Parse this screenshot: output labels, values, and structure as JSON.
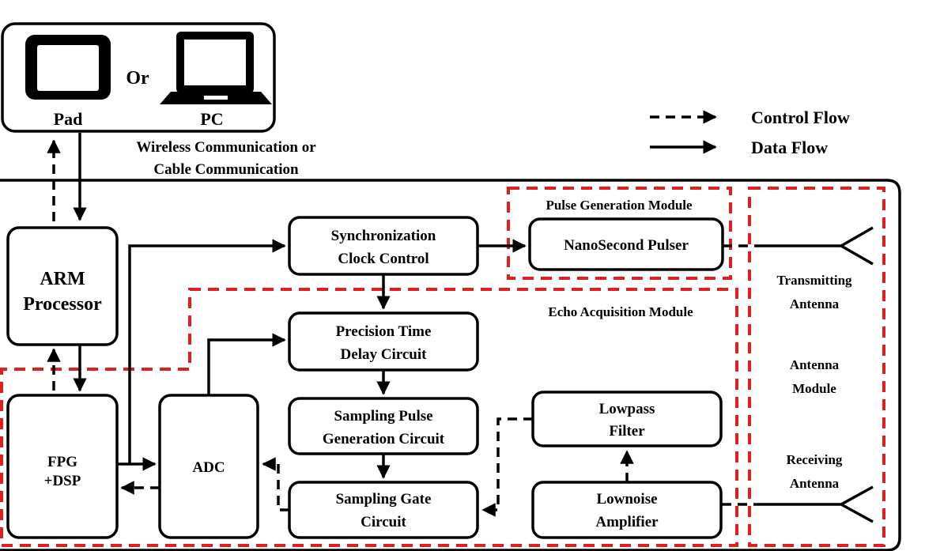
{
  "devices": {
    "pad_label": "Pad",
    "or_label": "Or",
    "pc_label": "PC"
  },
  "communication": {
    "line1": "Wireless Communication or",
    "line2": "Cable Communication"
  },
  "legend": {
    "control_flow": "Control Flow",
    "data_flow": "Data Flow"
  },
  "modules": {
    "pulse_generation": "Pulse Generation Module",
    "echo_acquisition": "Echo Acquisition Module",
    "antenna": [
      "Antenna",
      "Module"
    ]
  },
  "blocks": {
    "arm": [
      "ARM",
      "Processor"
    ],
    "fpga": [
      "FPG",
      "+DSP"
    ],
    "adc": "ADC",
    "sync": [
      "Synchronization",
      "Clock Control"
    ],
    "pulser": "NanoSecond Pulser",
    "delay": [
      "Precision Time",
      "Delay Circuit"
    ],
    "sampling_pulse": [
      "Sampling Pulse",
      "Generation Circuit"
    ],
    "sampling_gate": [
      "Sampling Gate",
      "Circuit"
    ],
    "lowpass": [
      "Lowpass",
      "Filter"
    ],
    "lna": [
      "Lownoise",
      "Amplifier"
    ]
  },
  "antennas": {
    "transmitting": [
      "Transmitting",
      "Antenna"
    ],
    "receiving": [
      "Receiving",
      "Antenna"
    ]
  }
}
